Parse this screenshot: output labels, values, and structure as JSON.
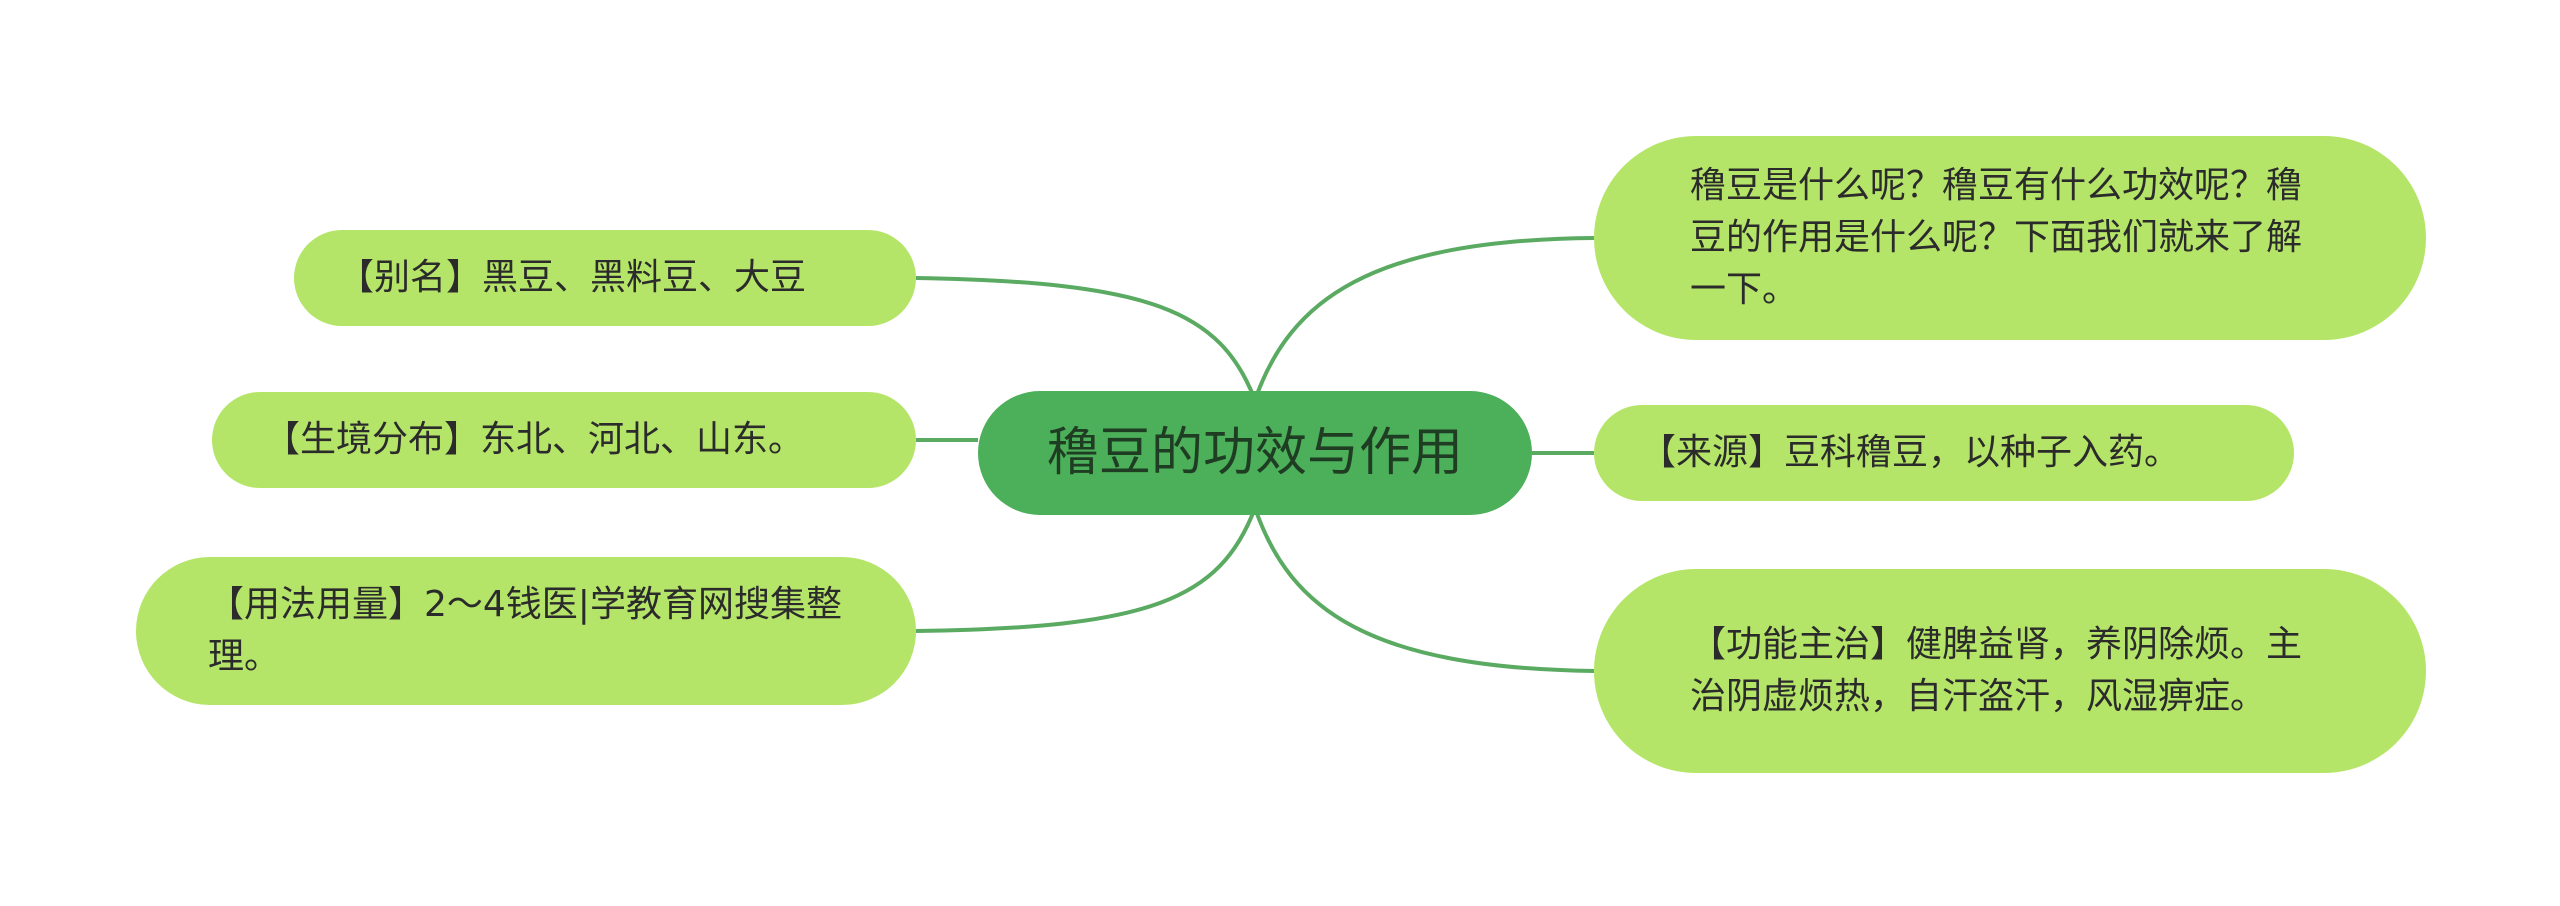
{
  "mindmap": {
    "center": {
      "label": "穞豆的功效与作用"
    },
    "left": [
      {
        "id": "alias",
        "text": "【别名】黑豆、黑料豆、大豆"
      },
      {
        "id": "habitat",
        "text": "【生境分布】东北、河北、山东。"
      },
      {
        "id": "usage",
        "text": "【用法用量】2～4钱医|学教育网搜集整理。"
      }
    ],
    "right": [
      {
        "id": "intro",
        "text": "穞豆是什么呢？穞豆有什么功效呢？穞豆的作用是什么呢？下面我们就来了解一下。"
      },
      {
        "id": "source",
        "text": "【来源】豆科穞豆，以种子入药。"
      },
      {
        "id": "function",
        "text": "【功能主治】健脾益肾，养阴除烦。主治阴虚烦热，自汗盗汗，风湿痹症。"
      }
    ]
  },
  "colors": {
    "center_fill": "#4caf5a",
    "node_fill": "#b5e568",
    "connector": "#5aaa62",
    "text": "#2b2b2b"
  }
}
